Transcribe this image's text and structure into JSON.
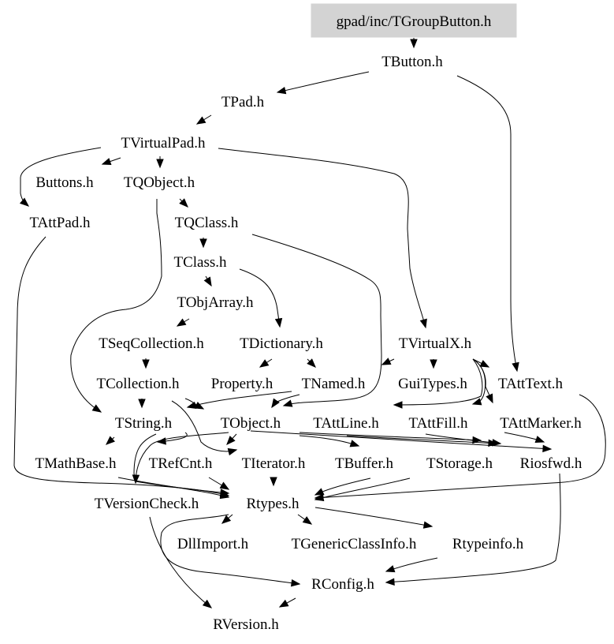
{
  "diagram": {
    "type": "include-dependency-graph",
    "root_color": "#d3d3d3",
    "nodes": [
      {
        "id": "gpad_TGroupButton",
        "label": "gpad/inc/TGroupButton.h",
        "root": true
      },
      {
        "id": "TButton",
        "label": "TButton.h"
      },
      {
        "id": "TPad",
        "label": "TPad.h"
      },
      {
        "id": "TVirtualPad",
        "label": "TVirtualPad.h"
      },
      {
        "id": "Buttons",
        "label": "Buttons.h"
      },
      {
        "id": "TQObject",
        "label": "TQObject.h"
      },
      {
        "id": "TAttPad",
        "label": "TAttPad.h"
      },
      {
        "id": "TQClass",
        "label": "TQClass.h"
      },
      {
        "id": "TClass",
        "label": "TClass.h"
      },
      {
        "id": "TObjArray",
        "label": "TObjArray.h"
      },
      {
        "id": "TSeqCollection",
        "label": "TSeqCollection.h"
      },
      {
        "id": "TDictionary",
        "label": "TDictionary.h"
      },
      {
        "id": "TVirtualX",
        "label": "TVirtualX.h"
      },
      {
        "id": "TCollection",
        "label": "TCollection.h"
      },
      {
        "id": "Property",
        "label": "Property.h"
      },
      {
        "id": "TNamed",
        "label": "TNamed.h"
      },
      {
        "id": "GuiTypes",
        "label": "GuiTypes.h"
      },
      {
        "id": "TAttText",
        "label": "TAttText.h"
      },
      {
        "id": "TString",
        "label": "TString.h"
      },
      {
        "id": "TObject",
        "label": "TObject.h"
      },
      {
        "id": "TAttLine",
        "label": "TAttLine.h"
      },
      {
        "id": "TAttFill",
        "label": "TAttFill.h"
      },
      {
        "id": "TAttMarker",
        "label": "TAttMarker.h"
      },
      {
        "id": "TMathBase",
        "label": "TMathBase.h"
      },
      {
        "id": "TRefCnt",
        "label": "TRefCnt.h"
      },
      {
        "id": "TIterator",
        "label": "TIterator.h"
      },
      {
        "id": "TBuffer",
        "label": "TBuffer.h"
      },
      {
        "id": "TStorage",
        "label": "TStorage.h"
      },
      {
        "id": "Riosfwd",
        "label": "Riosfwd.h"
      },
      {
        "id": "TVersionCheck",
        "label": "TVersionCheck.h"
      },
      {
        "id": "Rtypes",
        "label": "Rtypes.h"
      },
      {
        "id": "DllImport",
        "label": "DllImport.h"
      },
      {
        "id": "TGenericClassInfo",
        "label": "TGenericClassInfo.h"
      },
      {
        "id": "Rtypeinfo",
        "label": "Rtypeinfo.h"
      },
      {
        "id": "RConfig",
        "label": "RConfig.h"
      },
      {
        "id": "RVersion",
        "label": "RVersion.h"
      }
    ],
    "edges": [
      [
        "gpad_TGroupButton",
        "TButton"
      ],
      [
        "TButton",
        "TPad"
      ],
      [
        "TButton",
        "TAttText"
      ],
      [
        "TPad",
        "TVirtualPad"
      ],
      [
        "TVirtualPad",
        "Buttons"
      ],
      [
        "TVirtualPad",
        "TQObject"
      ],
      [
        "TVirtualPad",
        "TAttPad"
      ],
      [
        "TVirtualPad",
        "TVirtualX"
      ],
      [
        "TQObject",
        "TQClass"
      ],
      [
        "TQObject",
        "TString"
      ],
      [
        "TQClass",
        "TClass"
      ],
      [
        "TQClass",
        "TObject"
      ],
      [
        "TClass",
        "TObjArray"
      ],
      [
        "TClass",
        "TDictionary"
      ],
      [
        "TObjArray",
        "TSeqCollection"
      ],
      [
        "TSeqCollection",
        "TCollection"
      ],
      [
        "TDictionary",
        "Property"
      ],
      [
        "TDictionary",
        "TNamed"
      ],
      [
        "TVirtualX",
        "TNamed"
      ],
      [
        "TVirtualX",
        "GuiTypes"
      ],
      [
        "TVirtualX",
        "TAttText"
      ],
      [
        "TVirtualX",
        "TAttFill"
      ],
      [
        "TVirtualX",
        "TAttMarker"
      ],
      [
        "TVirtualX",
        "TAttLine"
      ],
      [
        "TCollection",
        "TString"
      ],
      [
        "TCollection",
        "TObject"
      ],
      [
        "TCollection",
        "TIterator"
      ],
      [
        "TNamed",
        "TObject"
      ],
      [
        "TNamed",
        "TString"
      ],
      [
        "TAttText",
        "Rtypes"
      ],
      [
        "TString",
        "TMathBase"
      ],
      [
        "TString",
        "TRefCnt"
      ],
      [
        "TString",
        "Rtypes"
      ],
      [
        "TObject",
        "TStorage"
      ],
      [
        "TObject",
        "TBuffer"
      ],
      [
        "TObject",
        "Riosfwd"
      ],
      [
        "TObject",
        "TVersionCheck"
      ],
      [
        "TObject",
        "TIterator"
      ],
      [
        "TAttLine",
        "Riosfwd"
      ],
      [
        "TAttFill",
        "Riosfwd"
      ],
      [
        "TAttMarker",
        "Riosfwd"
      ],
      [
        "TAttPad",
        "Rtypes"
      ],
      [
        "TMathBase",
        "Rtypes"
      ],
      [
        "TRefCnt",
        "Rtypes"
      ],
      [
        "TIterator",
        "Rtypes"
      ],
      [
        "TBuffer",
        "Rtypes"
      ],
      [
        "TStorage",
        "Rtypes"
      ],
      [
        "Riosfwd",
        "RConfig"
      ],
      [
        "TVersionCheck",
        "RVersion"
      ],
      [
        "Rtypes",
        "DllImport"
      ],
      [
        "Rtypes",
        "TGenericClassInfo"
      ],
      [
        "Rtypes",
        "Rtypeinfo"
      ],
      [
        "Rtypes",
        "RConfig"
      ],
      [
        "Rtypeinfo",
        "RConfig"
      ],
      [
        "RConfig",
        "RVersion"
      ]
    ]
  }
}
